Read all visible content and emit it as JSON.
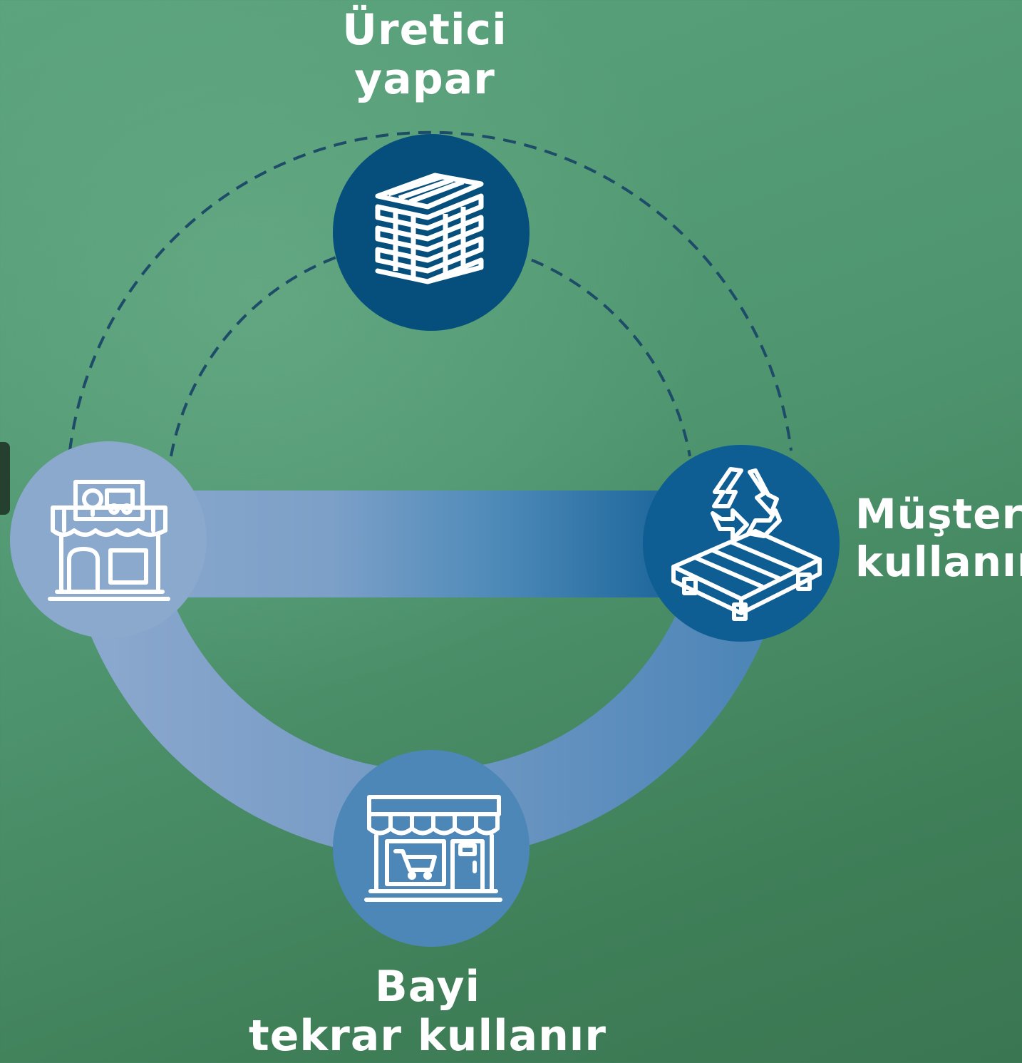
{
  "nodes": {
    "producer": {
      "title": "Üretici",
      "subtitle": "yapar",
      "icon": "stacked-pallets-icon",
      "color": "#064f7c"
    },
    "customer": {
      "title": "Müşteri",
      "subtitle": "kullanır",
      "icon": "recycle-pallet-icon",
      "color": "#0e5e93"
    },
    "dealer": {
      "title": "Bayi",
      "subtitle": "tekrar kullanır",
      "icon": "shop-cart-icon",
      "color": "#4c87b8"
    },
    "repair": {
      "icon": "repair-shop-icon",
      "color": "#8ba8cd"
    }
  },
  "colors": {
    "dashed_line": "#1d4b68",
    "ring_light": "#8aa7cd",
    "ring_mid": "#4e86b8",
    "icon_stroke": "#ffffff"
  }
}
